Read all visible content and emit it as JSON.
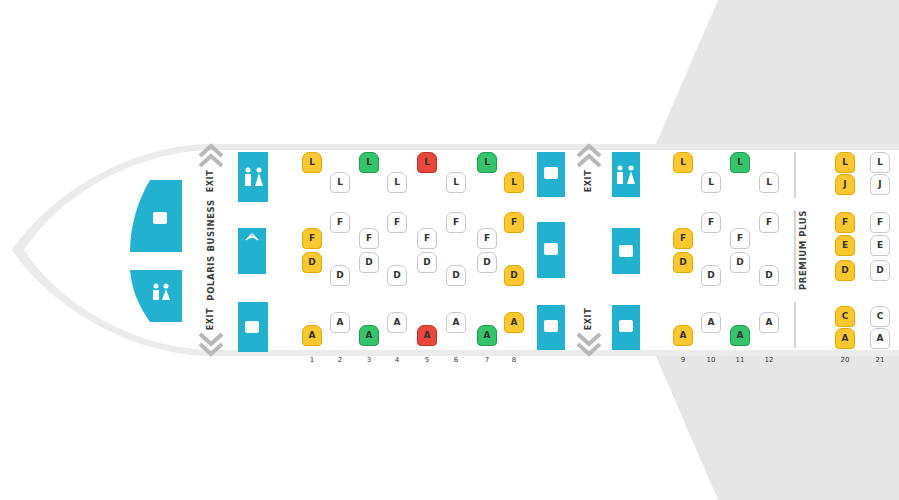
{
  "diagram": {
    "nodes": [
      {
        "text": [
          "L"
        ]
      },
      {
        "text": [
          "F"
        ]
      },
      {
        "text": [
          "D"
        ]
      },
      {
        "text": [
          "A"
        ]
      },
      {
        "text": [
          "L"
        ]
      },
      {
        "text": [
          "F"
        ]
      },
      {
        "text": [
          "D"
        ]
      },
      {
        "text": [
          "A"
        ]
      },
      {
        "text": [
          "L"
        ]
      },
      {
        "text": [
          "F"
        ]
      },
      {
        "text": [
          "D"
        ]
      },
      {
        "text": [
          "A"
        ]
      },
      {
        "text": [
          "L"
        ]
      },
      {
        "text": [
          "F"
        ]
      },
      {
        "text": [
          "D"
        ]
      },
      {
        "text": [
          "A"
        ]
      },
      {
        "text": [
          "L"
        ]
      },
      {
        "text": [
          "F"
        ]
      },
      {
        "text": [
          "D"
        ]
      },
      {
        "text": [
          "A"
        ]
      },
      {
        "text": [
          "L"
        ]
      },
      {
        "text": [
          "F"
        ]
      },
      {
        "text": [
          "D"
        ]
      },
      {
        "text": [
          "A"
        ]
      },
      {
        "text": [
          "L"
        ]
      },
      {
        "text": [
          "F"
        ]
      },
      {
        "text": [
          "D"
        ]
      },
      {
        "text": [
          "A"
        ]
      },
      {
        "text": [
          "L"
        ]
      },
      {
        "text": [
          "F"
        ]
      },
      {
        "text": [
          "D"
        ]
      },
      {
        "text": [
          "A"
        ]
      },
      {
        "text": [
          "L"
        ]
      },
      {
        "text": [
          "F"
        ]
      },
      {
        "text": [
          "D"
        ]
      },
      {
        "text": [
          "A"
        ]
      },
      {
        "text": [
          "L"
        ]
      },
      {
        "text": [
          "F"
        ]
      },
      {
        "text": [
          "D"
        ]
      },
      {
        "text": [
          "A"
        ]
      },
      {
        "text": [
          "L"
        ]
      },
      {
        "text": [
          "F"
        ]
      },
      {
        "text": [
          "D"
        ]
      },
      {
        "text": [
          "A"
        ]
      },
      {
        "text": [
          "L"
        ]
      },
      {
        "text": [
          "F"
        ]
      },
      {
        "text": [
          "D"
        ]
      },
      {
        "text": [
          "A"
        ]
      },
      {
        "text": [
          "L"
        ]
      },
      {
        "text": [
          "J"
        ]
      },
      {
        "text": [
          "F"
        ]
      },
      {
        "text": [
          "E"
        ]
      },
      {
        "text": [
          "D"
        ]
      },
      {
        "text": [
          "C"
        ]
      },
      {
        "text": [
          "A"
        ]
      },
      {
        "text": [
          "L"
        ]
      },
      {
        "text": [
          "J"
        ]
      },
      {
        "text": [
          "F"
        ]
      },
      {
        "text": [
          "E"
        ]
      },
      {
        "text": [
          "D"
        ]
      },
      {
        "text": [
          "C"
        ]
      },
      {
        "text": [
          "A"
        ]
      }
    ],
    "labels": [
      "EXIT",
      "POLARIS BUSINESS",
      "EXIT",
      "EXIT",
      "EXIT",
      "PREMIUM PLUS",
      "1",
      "2",
      "3",
      "4",
      "5",
      "6",
      "7",
      "8",
      "9",
      "10",
      "11",
      "12",
      "20",
      "21"
    ]
  }
}
